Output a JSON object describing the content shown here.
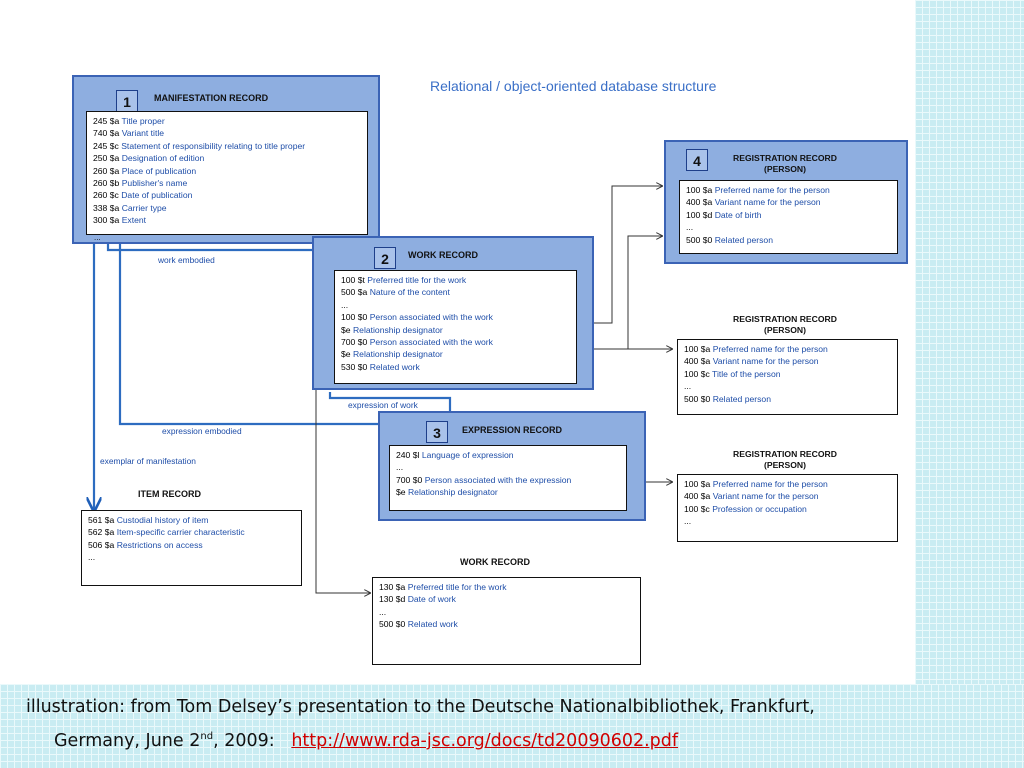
{
  "title": "Relational / object-oriented database structure",
  "manifestation": {
    "number": "1",
    "title": "MANIFESTATION RECORD",
    "fields": [
      {
        "tag": "245 $a",
        "label": "Title proper"
      },
      {
        "tag": "740 $a",
        "label": "Variant title"
      },
      {
        "tag": "245 $c",
        "label": "Statement of responsibility relating to title proper"
      },
      {
        "tag": "250 $a",
        "label": "Designation of edition"
      },
      {
        "tag": "260 $a",
        "label": "Place of publication"
      },
      {
        "tag": "260 $b",
        "label": "Publisher's name"
      },
      {
        "tag": "260 $c",
        "label": "Date of publication"
      },
      {
        "tag": "338 $a",
        "label": "Carrier type"
      },
      {
        "tag": "300 $a",
        "label": "Extent"
      }
    ],
    "ellipsis": "..."
  },
  "work": {
    "number": "2",
    "title": "WORK RECORD",
    "fields": [
      {
        "tag": "100 $t",
        "label": "Preferred title for the work"
      },
      {
        "tag": "500 $a",
        "label": "Nature of the content"
      },
      {
        "tag": "...",
        "label": ""
      },
      {
        "tag": "100 $0",
        "label": "Person associated with the work"
      },
      {
        "tag": "$e",
        "label": "Relationship designator"
      },
      {
        "tag": "700 $0",
        "label": "Person associated with the work"
      },
      {
        "tag": "$e",
        "label": "Relationship designator"
      },
      {
        "tag": "530 $0",
        "label": "Related work"
      }
    ]
  },
  "expression": {
    "number": "3",
    "title": "EXPRESSION RECORD",
    "fields": [
      {
        "tag": "240 $l",
        "label": "Language of expression"
      },
      {
        "tag": "...",
        "label": ""
      },
      {
        "tag": "700 $0",
        "label": "Person associated with the expression"
      },
      {
        "tag": "$e",
        "label": "Relationship designator"
      }
    ]
  },
  "registration1": {
    "number": "4",
    "title": "REGISTRATION RECORD",
    "subtitle": "(PERSON)",
    "fields": [
      {
        "tag": "100 $a",
        "label": "Preferred name for the person"
      },
      {
        "tag": "400 $a",
        "label": "Variant name for the person"
      },
      {
        "tag": "100 $d",
        "label": "Date of birth"
      },
      {
        "tag": "...",
        "label": ""
      },
      {
        "tag": "500 $0",
        "label": "Related person"
      }
    ]
  },
  "registration2": {
    "title": "REGISTRATION RECORD",
    "subtitle": "(PERSON)",
    "fields": [
      {
        "tag": "100 $a",
        "label": "Preferred name for the person"
      },
      {
        "tag": "400 $a",
        "label": "Variant name for the person"
      },
      {
        "tag": "100 $c",
        "label": "Title of the person"
      },
      {
        "tag": "...",
        "label": ""
      },
      {
        "tag": "500 $0",
        "label": "Related person"
      }
    ]
  },
  "registration3": {
    "title": "REGISTRATION RECORD",
    "subtitle": "(PERSON)",
    "fields": [
      {
        "tag": "100 $a",
        "label": "Preferred name for the person"
      },
      {
        "tag": "400 $a",
        "label": "Variant name for the person"
      },
      {
        "tag": "100 $c",
        "label": "Profession or occupation"
      },
      {
        "tag": "...",
        "label": ""
      }
    ]
  },
  "item": {
    "title": "ITEM RECORD",
    "fields": [
      {
        "tag": "561 $a",
        "label": "Custodial history of item"
      },
      {
        "tag": "562 $a",
        "label": "Item-specific carrier characteristic"
      },
      {
        "tag": "506 $a",
        "label": "Restrictions on access"
      },
      {
        "tag": "...",
        "label": ""
      }
    ]
  },
  "work2": {
    "title": "WORK RECORD",
    "fields": [
      {
        "tag": "130 $a",
        "label": "Preferred title for the work"
      },
      {
        "tag": "130 $d",
        "label": "Date of work"
      },
      {
        "tag": "...",
        "label": ""
      },
      {
        "tag": "500 $0",
        "label": "Related work"
      }
    ]
  },
  "links": {
    "work_embodied": "work embodied",
    "expression_of_work": "expression of work",
    "expression_embodied": "expression embodied",
    "exemplar_of_manifestation": "exemplar of manifestation"
  },
  "caption": {
    "line1": "illustration: from Tom Delsey’s presentation to the Deutsche Nationalbibliothek, Frankfurt,",
    "line2_pre": "Germany,  June 2",
    "line2_sup": "nd",
    "line2_post": ", 2009:",
    "link": "http://www.rda-jsc.org/docs/td20090602.pdf"
  },
  "colors": {
    "record_fill": "#8eaee0",
    "record_border": "#3b63b5",
    "link_text": "#1f4ea8",
    "caption_link": "#d00000",
    "grid_background": "#c9ecf2"
  }
}
